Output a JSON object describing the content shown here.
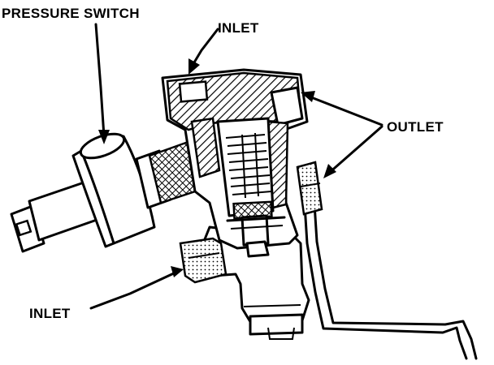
{
  "diagram": {
    "labels": {
      "pressure_switch": "PRESSURE SWITCH",
      "inlet_top": "INLET",
      "outlet": "OUTLET",
      "inlet_bottom": "INLET"
    },
    "colors": {
      "ink": "#000000",
      "paper": "#ffffff"
    }
  }
}
